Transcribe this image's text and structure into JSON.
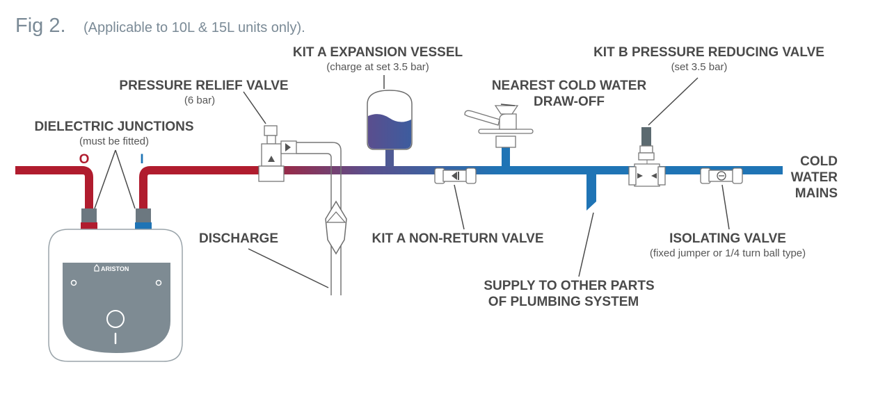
{
  "figure": {
    "title": "Fig 2.",
    "subtitle": "(Applicable to 10L & 15L units only)."
  },
  "labels": {
    "expansion_vessel": {
      "title": "KIT A EXPANSION VESSEL",
      "note": "(charge at set 3.5 bar)"
    },
    "pressure_reducing_valve": {
      "title": "KIT B PRESSURE REDUCING VALVE",
      "note": "(set 3.5 bar)"
    },
    "pressure_relief_valve": {
      "title": "PRESSURE RELIEF VALVE",
      "note": "(6 bar)"
    },
    "cold_draw_off": {
      "line1": "NEAREST COLD WATER",
      "line2": "DRAW-OFF"
    },
    "dielectric_junctions": {
      "title": "DIELECTRIC JUNCTIONS",
      "note": "(must be fitted)"
    },
    "outlet_marker": "O",
    "inlet_marker": "I",
    "cold_water_mains": {
      "line1": "COLD",
      "line2": "WATER",
      "line3": "MAINS"
    },
    "discharge": "DISCHARGE",
    "non_return_valve": "KIT A NON-RETURN VALVE",
    "isolating_valve": {
      "title": "ISOLATING VALVE",
      "note": "(fixed jumper or 1/4 turn ball type)"
    },
    "supply_other": {
      "line1": "SUPPLY TO OTHER PARTS",
      "line2": "OF PLUMBING SYSTEM"
    }
  },
  "heater": {
    "brand": "ARISTON"
  },
  "colors": {
    "hot_red": "#b01c2e",
    "cold_blue": "#1f74b5",
    "heater_grey": "#7e8b93",
    "text": "#4a4a4a",
    "figure_text": "#7a8a96"
  }
}
